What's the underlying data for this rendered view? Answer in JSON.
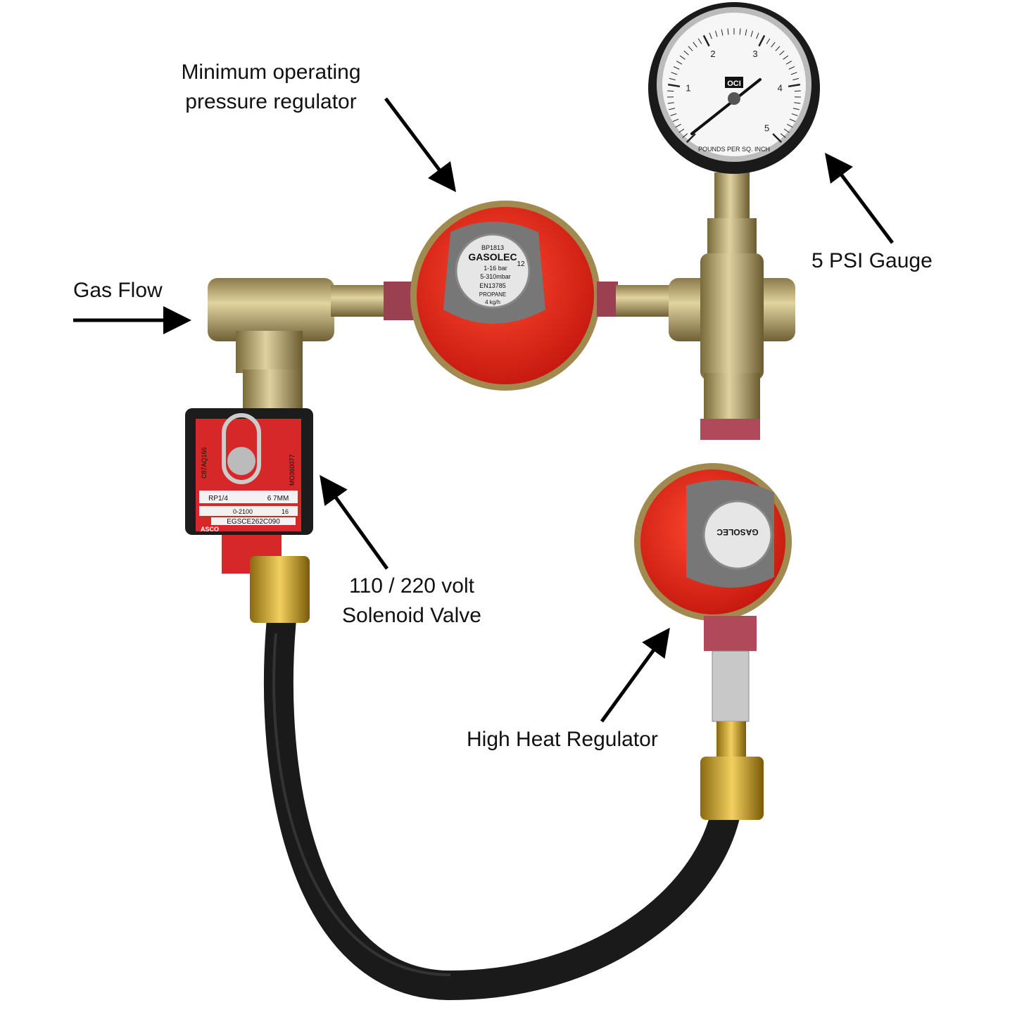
{
  "labels": {
    "min_regulator": [
      "Minimum operating",
      "pressure regulator"
    ],
    "gauge": "5 PSI Gauge",
    "gas_flow": "Gas Flow",
    "solenoid": [
      "110 / 220 volt",
      "Solenoid Valve"
    ],
    "high_heat": "High Heat Regulator"
  },
  "gauge": {
    "brand": "OCI",
    "unit": "POUNDS PER SQ. INCH",
    "ticks": [
      "1",
      "2",
      "3",
      "4",
      "5"
    ],
    "reading_psi": 0
  },
  "regulator": {
    "model": "BP1813",
    "brand": "GASOLEC",
    "inlet": "1-16 bar",
    "outlet": "5-310mbar",
    "standard": "EN13785",
    "gas": "PROPANE",
    "flow": "4 kg/h",
    "class": "12"
  },
  "solenoid": {
    "product": "C87AQ166",
    "serial": "MO360077",
    "pipe": "RP1/4",
    "orifice": "6 7MM",
    "pressure": "0-2100",
    "kv": "16",
    "catalogue": "EGSCE262C090",
    "brand": "ASCO"
  },
  "colors": {
    "regulator_red": "#e8281c",
    "brass": "#b8a060",
    "hose": "#1a1a1a"
  }
}
